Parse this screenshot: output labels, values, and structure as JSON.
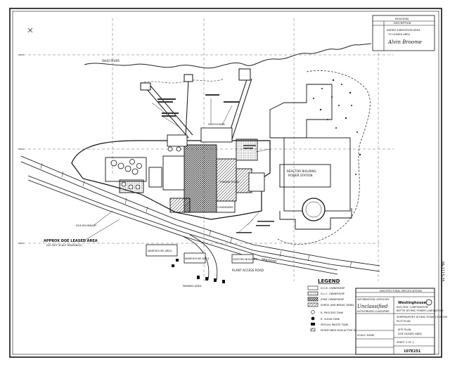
{
  "revision_block": {
    "header": "REVISIONS",
    "col_description": "DESCRIPTION",
    "entry_line1": "ADDED SUBSTATION AREA",
    "entry_line2": "TO LEASED AREA",
    "entry_signature": "Alvin Broome"
  },
  "site_labels": {
    "river": "OHIO RIVER",
    "reactor_building": "REACTOR BUILDING",
    "reactor_building_sub": "POWER STATION",
    "switchyard": "SWITCHYARD",
    "leased_area": "APPROX DOE LEASED AREA",
    "leased_area_sub": "(DO NOT SCALE DRAWINGS)",
    "warehouse_1": "WAREHOUSE AREA",
    "warehouse_2": "WAREHOUSE NO. 5",
    "parking": "PARKING AREA",
    "visitors": "VISITORS BUILDING",
    "railroad": "RAILROAD",
    "access_road": "PLANT ACCESS ROAD",
    "turbine": "TURBINE ROOM",
    "condenser": "CONDENSER",
    "boundary": "DOE BOUNDARY"
  },
  "legend": {
    "title": "LEGEND",
    "items": [
      "D.O.E. OWNERSHIP",
      "D.L.C. OWNERSHIP",
      "JOINT OWNERSHIP",
      "SURGE AND BREAK TANKS",
      "R. PROCESS TANK",
      "R. CLEAN TANK",
      "SPECIAL WASTE TANK",
      "MONITORED NON-ACTIVE WASTE TANK"
    ]
  },
  "title_block": {
    "info_category": "INFORMATION CATEGORY",
    "approved_stamp": "Unclassified",
    "approved_label": "AUTHORIZED CLASSIFIER",
    "company_name": "Westinghouse",
    "company_division": "ELECTRIC CORPORATION",
    "company_sub": "BETTIS ATOMIC POWER LABORATORY",
    "project": "SHIPPINGPORT ATOMIC POWER STATION",
    "project_sub": "PLOT PLAN",
    "drawing_title": "SITE PLAN",
    "drawing_sub": "DOE LEASED AREA",
    "spec_header": "ARCHITECTURAL SPECIFICATIONS",
    "drawing_number": "107E251",
    "sheet": "SHEET 1 OF 1",
    "scale": "SCALE: NONE"
  },
  "side_stamp": "PA-1115-35"
}
